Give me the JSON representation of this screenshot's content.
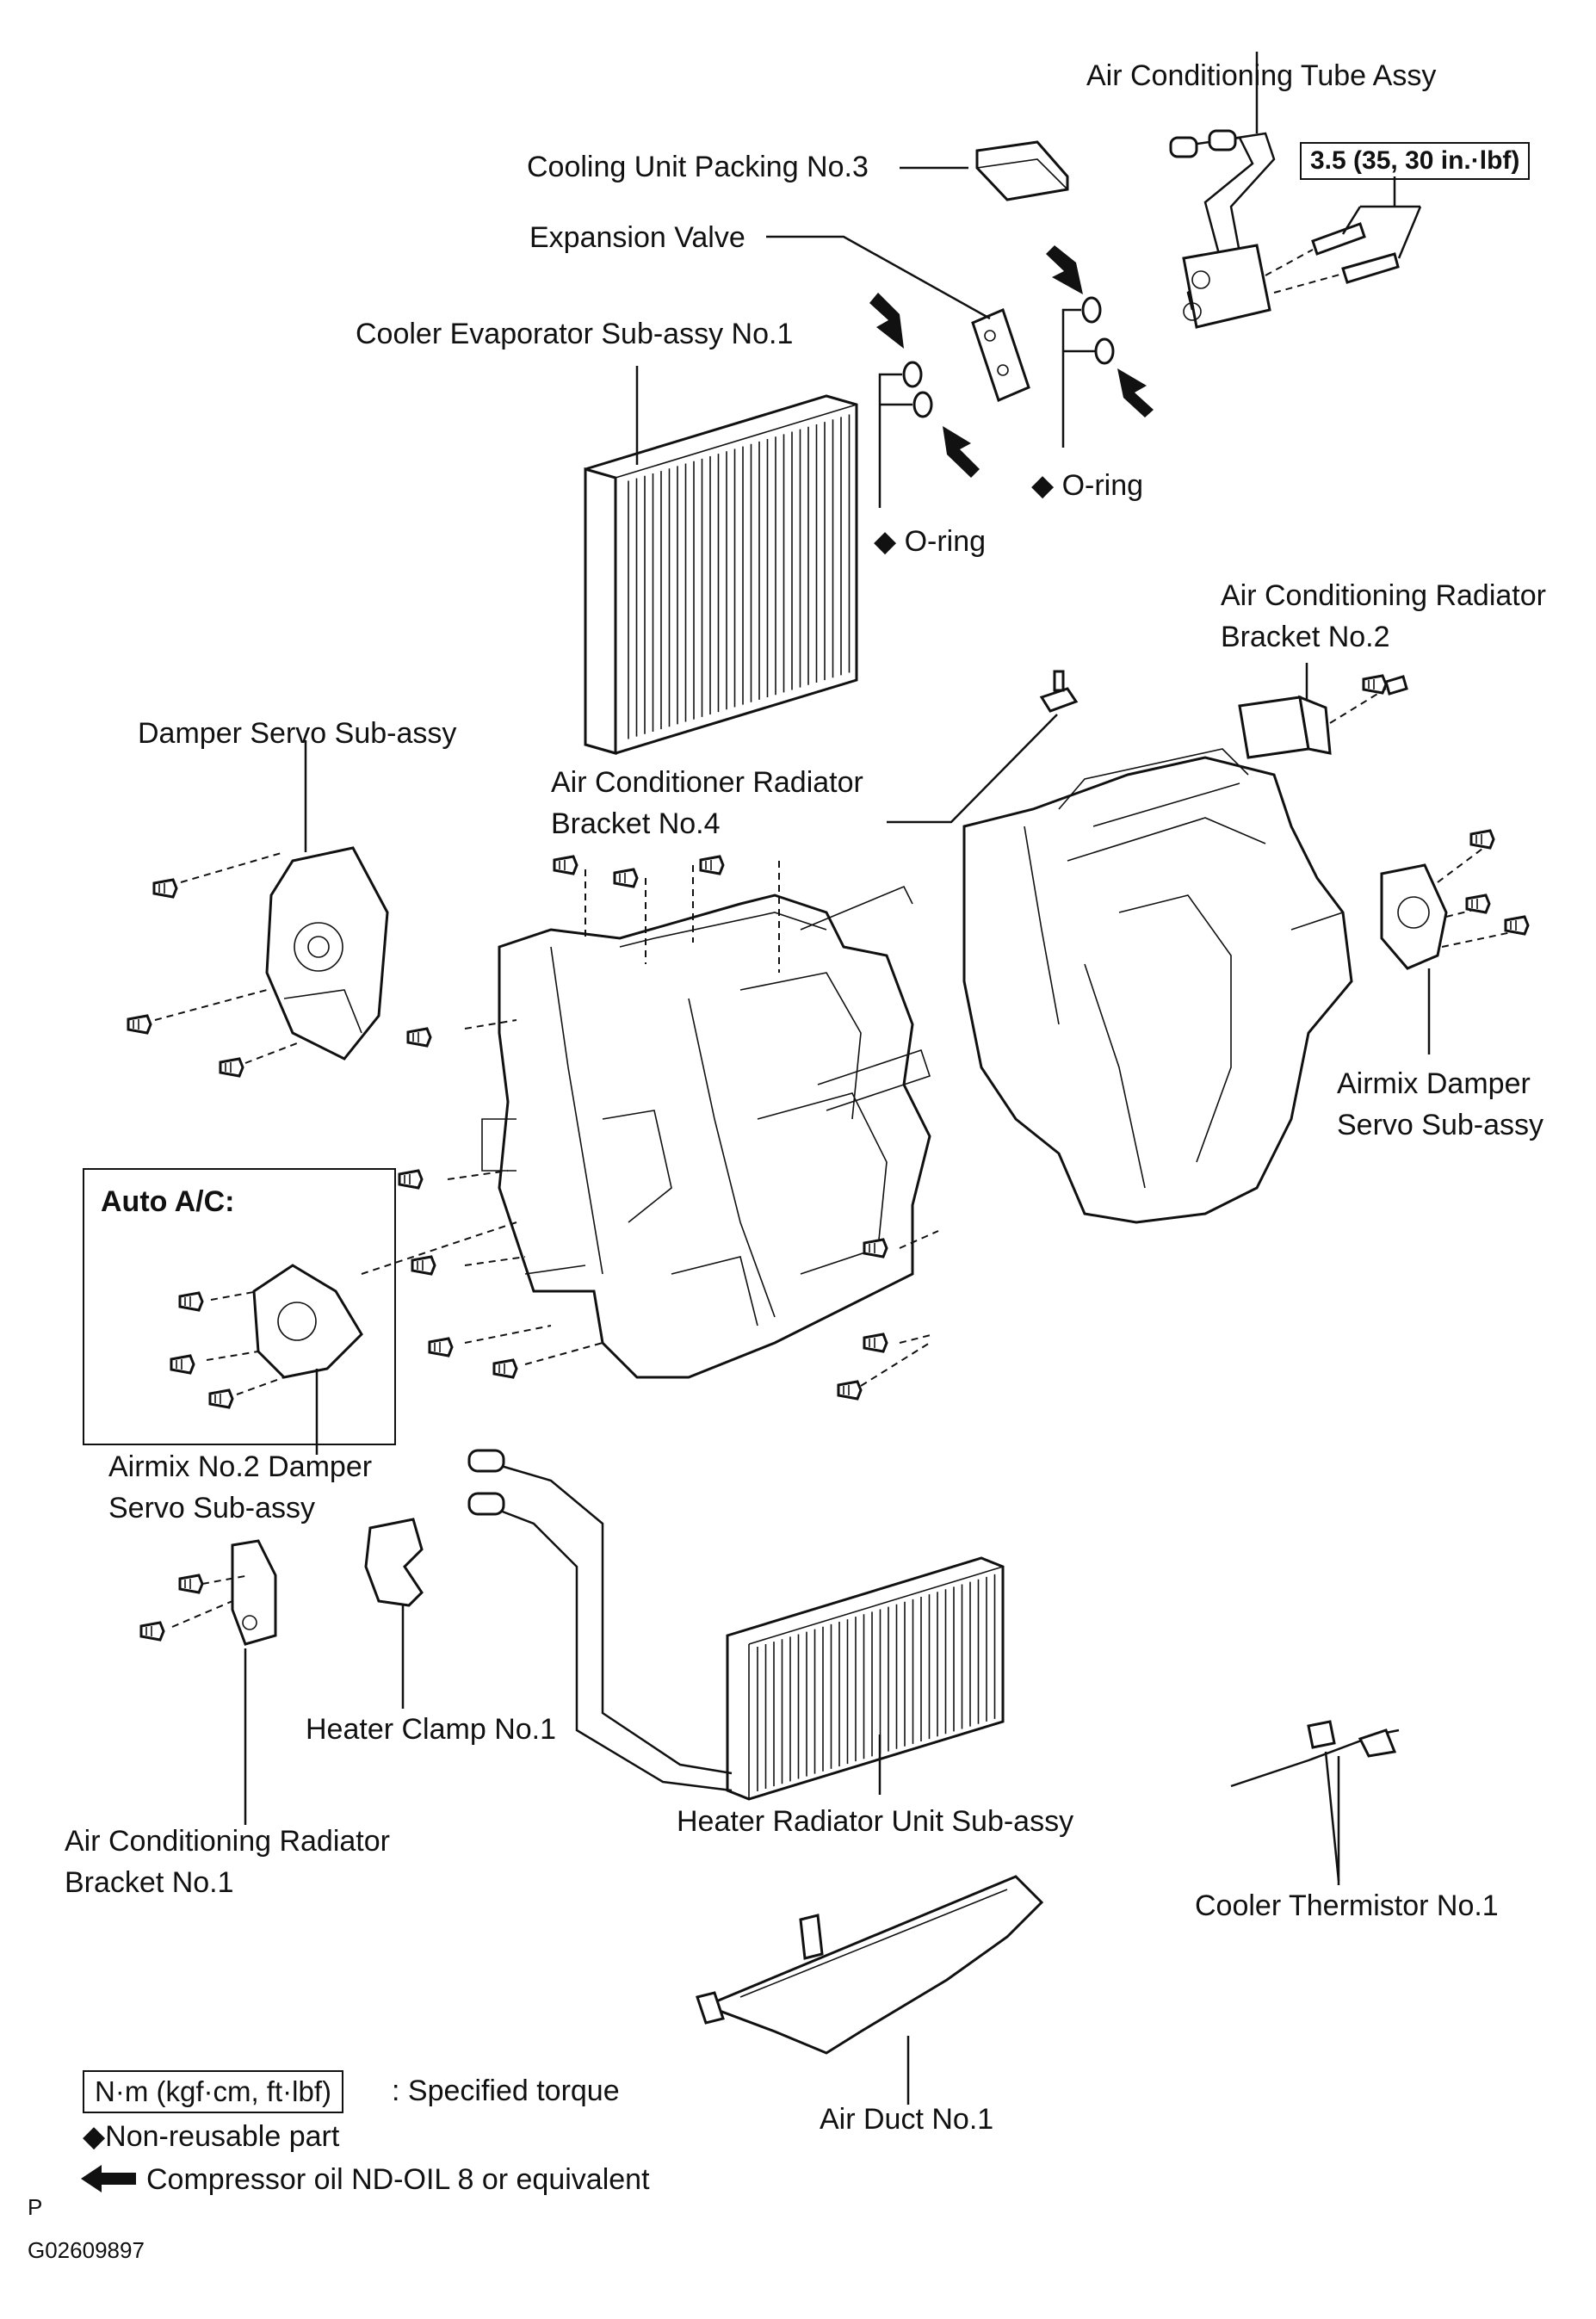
{
  "labels": {
    "air_conditioning_tube_assy": "Air Conditioning Tube Assy",
    "torque_value": "3.5 (35, 30 in.·lbf)",
    "cooling_unit_packing_no3": "Cooling Unit Packing No.3",
    "expansion_valve": "Expansion Valve",
    "cooler_evaporator_sub_assy_no1": "Cooler Evaporator Sub-assy No.1",
    "o_ring_left": "◆ O-ring",
    "o_ring_right": "◆ O-ring",
    "ac_radiator_bracket_no2_line1": "Air Conditioning Radiator",
    "ac_radiator_bracket_no2_line2": "Bracket No.2",
    "damper_servo_sub_assy": "Damper Servo Sub-assy",
    "ac_radiator_bracket_no4_line1": "Air Conditioner Radiator",
    "ac_radiator_bracket_no4_line2": "Bracket No.4",
    "airmix_damper_servo_line1": "Airmix Damper",
    "airmix_damper_servo_line2": "Servo Sub-assy",
    "auto_ac": "Auto A/C:",
    "airmix_no2_line1": "Airmix No.2 Damper",
    "airmix_no2_line2": "Servo Sub-assy",
    "heater_clamp_no1": "Heater Clamp No.1",
    "ac_radiator_bracket_no1_line1": "Air Conditioning Radiator",
    "ac_radiator_bracket_no1_line2": "Bracket No.1",
    "heater_radiator_unit_sub_assy": "Heater Radiator Unit Sub-assy",
    "cooler_thermistor_no1": "Cooler Thermistor No.1",
    "air_duct_no1": "Air Duct No.1"
  },
  "legend": {
    "torque_units": "N·m (kgf·cm, ft·lbf)",
    "torque_desc": ": Specified torque",
    "non_reusable": "◆Non-reusable part",
    "compressor_oil": "Compressor oil ND-OIL 8 or equivalent"
  },
  "footer": {
    "page_letter": "P",
    "figure_code": "G02609897"
  }
}
